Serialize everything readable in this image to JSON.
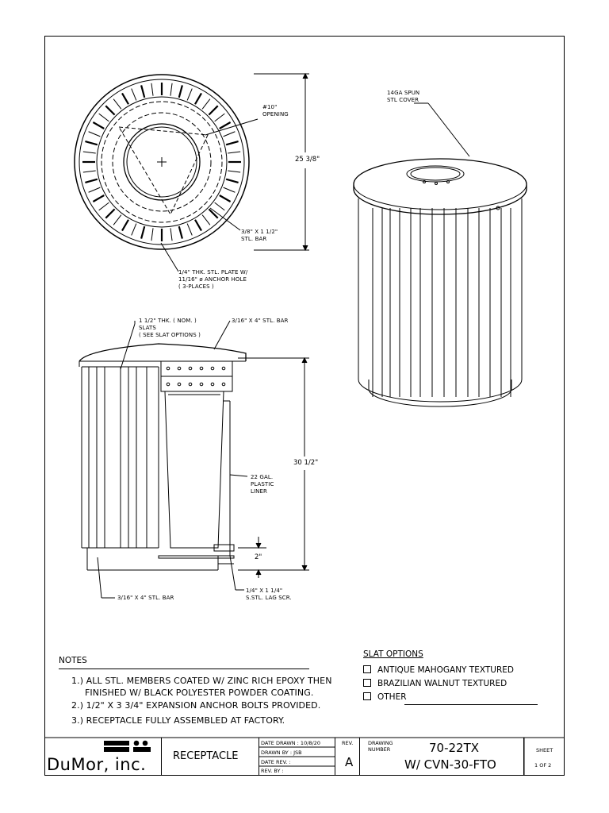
{
  "callouts": {
    "opening": "#10\"\nOPENING",
    "bar_top": "3/8\" X 1 1/2\"\nSTL. BAR",
    "plate": "1/4\" THK. STL. PLATE W/\n11/16\" ø ANCHOR HOLE\n( 3-PLACES )",
    "cover": "14GA SPUN\nSTL COVER",
    "slats": "1 1/2\" THK. ( NOM. )\nSLATS\n( SEE SLAT OPTIONS )",
    "bar_side": "3/16\" X 4\" STL. BAR",
    "liner": "22 GAL.\nPLASTIC\nLINER",
    "bar_bottom": "3/16\" X 4\" STL. BAR",
    "lag": "1/4\" X 1 1/4\"\nS.STL. LAG SCR."
  },
  "dimensions": {
    "diameter": "25 3/8\"",
    "height": "30 1/2\"",
    "clearance": "2\""
  },
  "notes": {
    "title": "NOTES",
    "items": [
      "1.) ALL STL. MEMBERS COATED W/ ZINC RICH EPOXY THEN",
      "FINISHED W/ BLACK POLYESTER POWDER COATING.",
      "2.) 1/2\" X 3 3/4\" EXPANSION ANCHOR BOLTS PROVIDED.",
      "3.) RECEPTACLE FULLY ASSEMBLED AT FACTORY."
    ]
  },
  "slat_options": {
    "title": "SLAT OPTIONS",
    "items": [
      "ANTIQUE MAHOGANY TEXTURED",
      "BRAZILIAN WALNUT TEXTURED",
      "OTHER"
    ]
  },
  "title_block": {
    "company": "DuMor, inc.",
    "title": "RECEPTACLE",
    "date_drawn": "DATE DRAWN : 10/8/20",
    "drawn_by": "DRAWN BY : JSB",
    "date_rev": "DATE REV. :",
    "rev_by": "REV. BY :",
    "rev_label": "REV.",
    "rev_value": "A",
    "drawing_number_label": "DRAWING\nNUMBER",
    "drawing_number": "70-22TX",
    "drawing_sub": "W/ CVN-30-FTO",
    "sheet_label": "SHEET",
    "sheet_value": "1 OF 2"
  }
}
